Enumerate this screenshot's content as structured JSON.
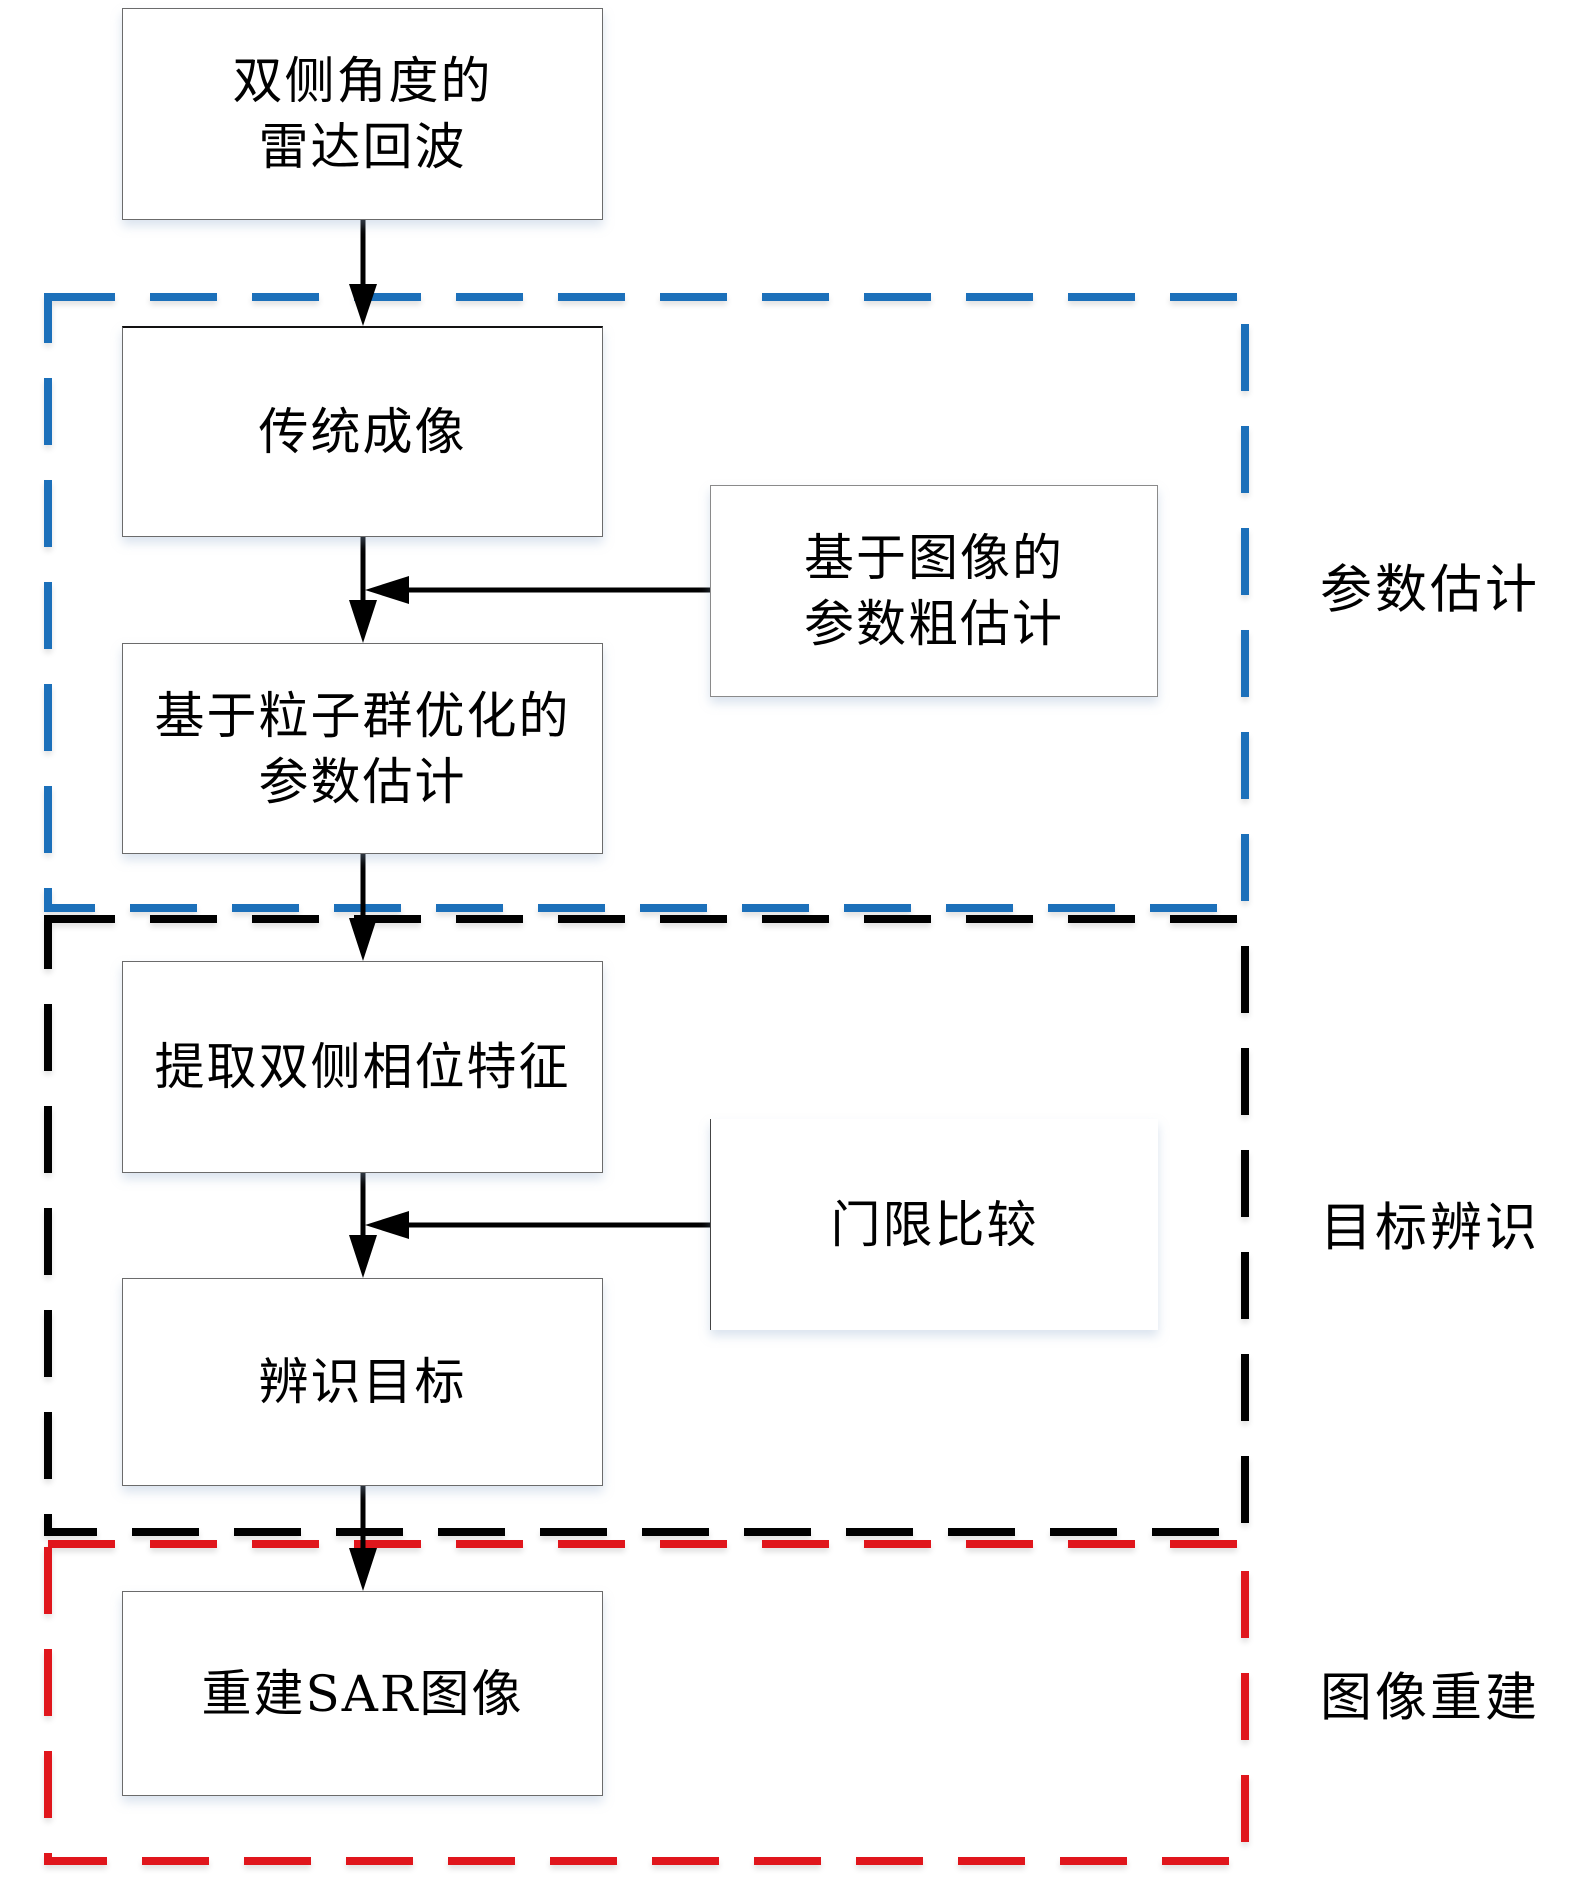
{
  "diagram": {
    "type": "flowchart",
    "nodes": {
      "radar_echo": "双侧角度的\n雷达回波",
      "traditional_imaging": "传统成像",
      "pso_estimation": "基于粒子群优化的\n参数估计",
      "extract_phase": "提取双侧相位特征",
      "identify_target": "辨识目标",
      "rebuild_sar": "重建SAR图像",
      "image_rough_estimation": "基于图像的\n参数粗估计",
      "threshold_compare": "门限比较"
    },
    "groups": [
      {
        "id": "param_estimation",
        "label": "参数估计",
        "color": "#1a6fba"
      },
      {
        "id": "target_identification",
        "label": "目标辨识",
        "color": "#000000"
      },
      {
        "id": "image_reconstruction",
        "label": "图像重建",
        "color": "#e0141c"
      }
    ],
    "edges": [
      {
        "from": "radar_echo",
        "to": "traditional_imaging"
      },
      {
        "from": "traditional_imaging",
        "to": "pso_estimation"
      },
      {
        "from": "image_rough_estimation",
        "to": "pso_estimation"
      },
      {
        "from": "pso_estimation",
        "to": "extract_phase"
      },
      {
        "from": "extract_phase",
        "to": "identify_target"
      },
      {
        "from": "threshold_compare",
        "to": "identify_target"
      },
      {
        "from": "identify_target",
        "to": "rebuild_sar"
      }
    ]
  }
}
